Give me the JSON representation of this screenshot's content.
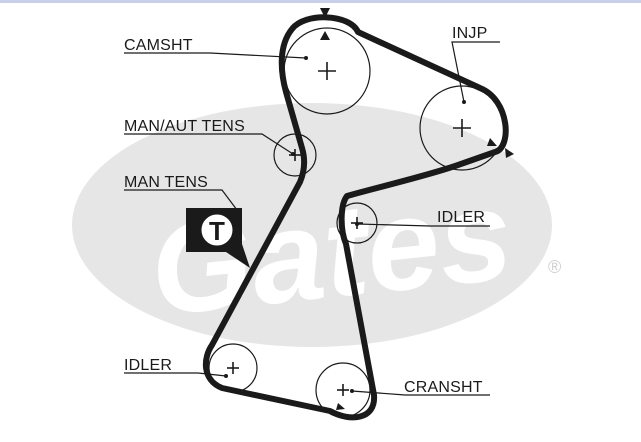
{
  "labels": {
    "camshaft": "CAMSHT",
    "injection_pump": "INJP",
    "man_aut_tensioner": "MAN/AUT TENS",
    "man_tensioner": "MAN TENS",
    "idler_right": "IDLER",
    "idler_left": "IDLER",
    "crankshaft": "CRANSHT"
  },
  "tensioner_badge": "T",
  "watermark": {
    "brand": "Gates",
    "registered": "®"
  },
  "colors": {
    "belt": "#1a1a1a",
    "watermark": "#e3e3e3",
    "top_border": "#c9cfe8"
  }
}
